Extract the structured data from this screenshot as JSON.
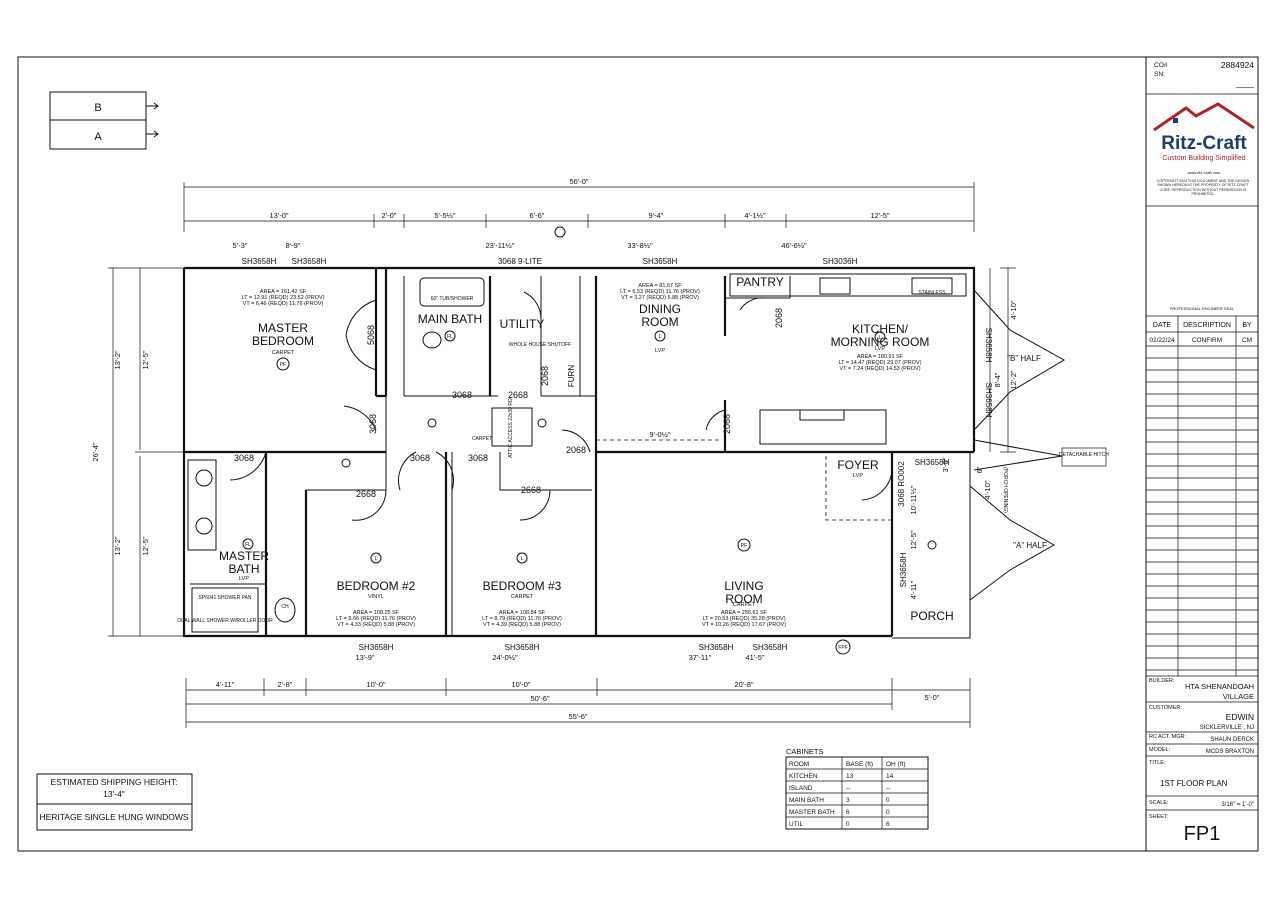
{
  "legend_ba": {
    "b": "B",
    "a": "A"
  },
  "dims_top": {
    "overall": "56'-0\"",
    "segs": [
      "13'-0\"",
      "2'-0\"",
      "5'-5½\"",
      "6'-6\"",
      "9'-4\"",
      "4'-1½\"",
      "12'-5\""
    ],
    "windows": [
      "5'-3\"",
      "8'-9\"",
      "23'-11½\"",
      "33'-8½\"",
      "46'-6½\""
    ]
  },
  "dims_bottom": {
    "segs": [
      "4'-11\"",
      "2'-8\"",
      "10'-0\"",
      "10'-0\"",
      "20'-8\"",
      "5'-0\""
    ],
    "inner": "50'-6\"",
    "overall": "55'-6\"",
    "windows": [
      "13'-9\"",
      "24'-0½\"",
      "37'-11\"",
      "41'-5\""
    ]
  },
  "dims_left": {
    "overall": "26'-4\"",
    "half1": "13'-2\"",
    "half2": "13'-2\"",
    "in1": "12'-5\"",
    "in2": "12'-5\""
  },
  "dims_right": [
    "4'-10\"",
    "8'-4\"",
    "12'-2\"",
    "3'-0\"",
    "10'-11½\"",
    "12'-5\"",
    "4'-11\"",
    "6\"",
    "4'-10\""
  ],
  "window_tags": [
    "SH3658H",
    "SH3658H",
    "SH3658H",
    "SH3036H",
    "SH3658H",
    "SH3658H",
    "SH3658H",
    "SH3658H",
    "SH3658H",
    "SH3658H",
    "SH3658H",
    "SH3658H"
  ],
  "door_tags": [
    "5068",
    "3068",
    "3068",
    "3068",
    "3068",
    "3068",
    "2668",
    "2668",
    "2668",
    "2068",
    "2068",
    "2068",
    "2068",
    "3068 RO002",
    "3068 9-LITE"
  ],
  "rooms": {
    "master_bedroom": {
      "name": "MASTER\nBEDROOM",
      "floor": "CARPET",
      "area": "AREA = 161.42 SF",
      "lt": "LT = 12.91 (REQD) 23.52 (PROV)",
      "vt": "VT = 6.46 (REQD) 11.76 (PROV)"
    },
    "main_bath": {
      "name": "MAIN BATH",
      "tub": "60\" TUB/SHOWER"
    },
    "utility": {
      "name": "UTILITY",
      "note": "WHOLE HOUSE SHUTOFF",
      "furn": "FURN"
    },
    "dining": {
      "name": "DINING\nROOM",
      "area": "AREA = 81.67 SF",
      "lt": "LT = 6.53 (REQD) 11.76 (PROV)",
      "vt": "VT = 3.27 (REQD) 5.88 (PROV)",
      "floor": "LVP"
    },
    "pantry": {
      "name": "PANTRY"
    },
    "kitchen": {
      "name": "KITCHEN/\nMORNING ROOM",
      "floor": "LVP",
      "area": "AREA = 180.91 SF",
      "lt": "LT = 14.47 (REQD) 29.07 (PROV)",
      "vt": "VT = 7.24 (REQD) 14.53 (PROV)",
      "sink": "STAINLESS"
    },
    "attic": "ATTIC ACCESS 22x30 RO",
    "carpet_hall": "CARPET",
    "foyer": {
      "name": "FOYER",
      "floor": "LVP"
    },
    "master_bath": {
      "name": "MASTER\nBATH",
      "floor": "LVP",
      "shower": "SP6041 SHOWER PAN",
      "shower2": "DUAL WALL SHOWER W/ROLLER DOOR"
    },
    "bedroom2": {
      "name": "BEDROOM #2",
      "floor": "VINYL",
      "area": "AREA = 108.25 SF",
      "lt": "LT = 8.66 (REQD) 11.76 (PROV)",
      "vt": "VT = 4.33 (REQD) 5.88 (PROV)"
    },
    "bedroom3": {
      "name": "BEDROOM #3",
      "floor": "CARPET",
      "area": "AREA = 108.84 SF",
      "lt": "LT = 8.79 (REQD) 11.76 (PROV)",
      "vt": "VT = 4.39 (REQD) 5.88 (PROV)"
    },
    "living": {
      "name": "LIVING\nROOM",
      "floor": "CARPET",
      "area": "AREA = 256.61 SF",
      "lt": "LT = 20.53 (REQD) 35.28 (PROV)",
      "vt": "VT = 10.26 (REQD) 17.67 (PROV)",
      "width": "9'-0½\""
    },
    "porch": {
      "name": "PORCH",
      "note": "(PORCH OPENING)"
    }
  },
  "halves": {
    "b": "\"B\" HALF",
    "a": "\"A\" HALF",
    "hitch": "DETACHABLE HITCH"
  },
  "symbols": {
    "pf": "PF",
    "fpf": "FPF",
    "l": "L",
    "fl": "FL",
    "ch": "CH"
  },
  "shipping": {
    "label": "ESTIMATED SHIPPING HEIGHT:",
    "value": "13'-4\"",
    "windows": "HERITAGE SINGLE HUNG WINDOWS"
  },
  "cabinets": {
    "title": "CABINETS",
    "headers": [
      "ROOM",
      "BASE (ft)",
      "OH (ft)"
    ],
    "rows": [
      [
        "KITCHEN",
        "13",
        "14"
      ],
      [
        "ISLAND",
        "--",
        "--"
      ],
      [
        "MAIN BATH",
        "3",
        "0"
      ],
      [
        "MASTER BATH",
        "6",
        "0"
      ],
      [
        "UTIL",
        "0",
        "6"
      ]
    ]
  },
  "titleblock": {
    "co_label": "CO#",
    "co_value": "2884924",
    "sn_label": "SN:",
    "sn_value": "____",
    "brand": "Ritz-Craft",
    "tagline": "Custom Building Simplified",
    "site": "www.ritz-craft.com",
    "copyright": "COPYRIGHT 2024 THIS DOCUMENT AND THE DESIGN SHOWN HEREON IS THE PROPERTY OF RITZ-CRAFT CORP. REPRODUCTION WITHOUT PERMISSION IS PROHIBITED.",
    "engineer": "PROFESSIONAL ENGINEER SEAL",
    "rev_headers": [
      "DATE",
      "DESCRIPTION",
      "BY"
    ],
    "rev_row": [
      "02/22/24",
      "CONFIRM",
      "CM"
    ],
    "builder_label": "BUILDER:",
    "builder": "HTA SHENANDOAH VILLAGE",
    "customer_label": "CUSTOMER:",
    "customer": "EDWIN",
    "location": "SICKLERVILLE , NJ",
    "mgr_label": "RC ACT. MGR:",
    "mgr": "SHAUN DERCK",
    "model_label": "MODEL:",
    "model": "MCDS BRAXTON",
    "title_label": "TITLE:",
    "title": "1ST FLOOR PLAN",
    "scale_label": "SCALE:",
    "scale": "3/16\" = 1'-0\"",
    "sheet_label": "SHEET:",
    "sheet": "FP1"
  }
}
